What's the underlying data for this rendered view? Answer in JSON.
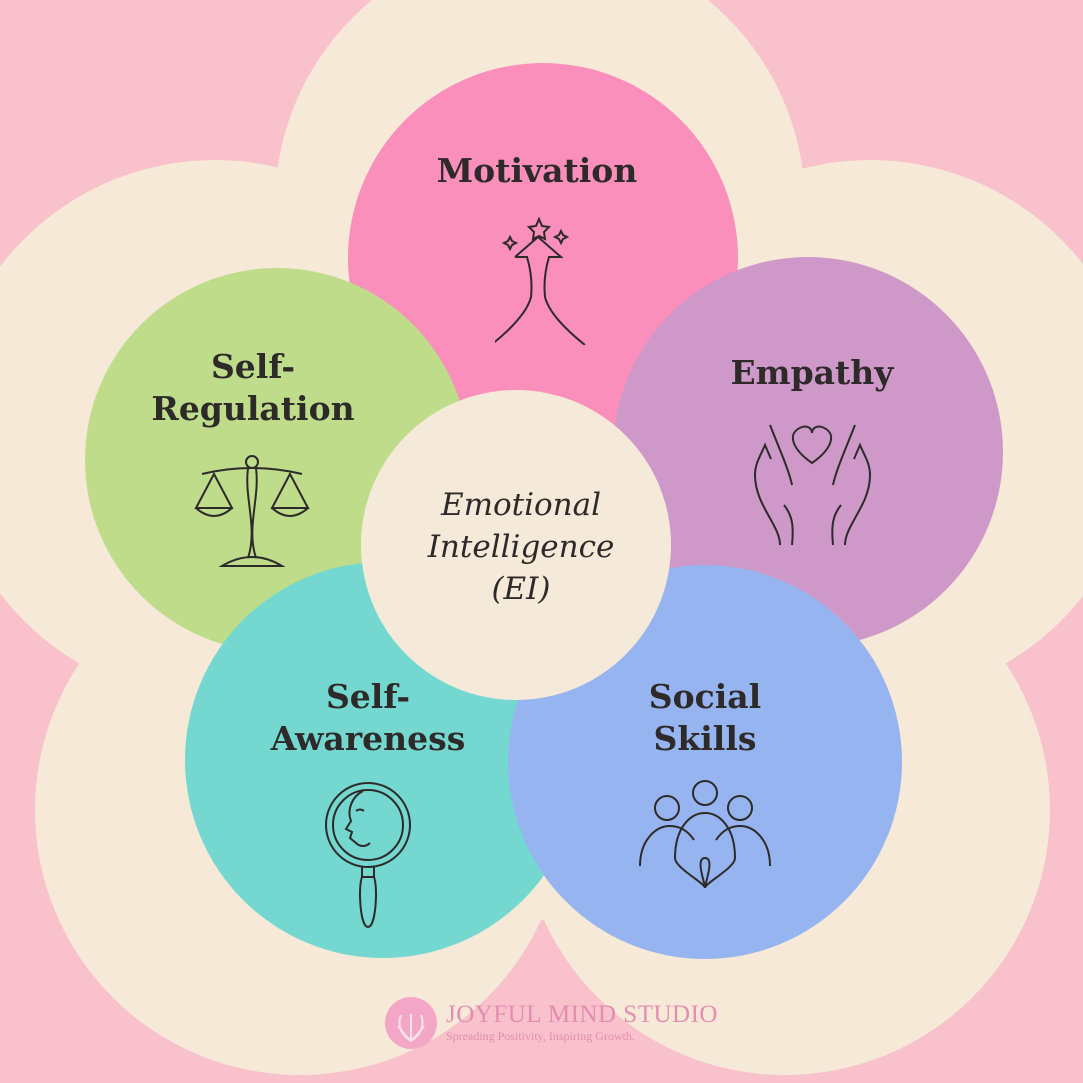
{
  "center": {
    "line1": "Emotional",
    "line2": "Intelligence",
    "line3": "(EI)"
  },
  "components": [
    {
      "label1": "Motivation",
      "label2": "",
      "color": "#F98FBA",
      "icon": "arrow-star-icon"
    },
    {
      "label1": "Empathy",
      "label2": "",
      "color": "#CE98C8",
      "icon": "hands-heart-icon"
    },
    {
      "label1": "Social",
      "label2": "Skills",
      "color": "#96B4EF",
      "icon": "people-icon"
    },
    {
      "label1": "Self-",
      "label2": "Awareness",
      "color": "#74D8D0",
      "icon": "mirror-face-icon"
    },
    {
      "label1": "Self-",
      "label2": "Regulation",
      "color": "#BEDC8A",
      "icon": "scales-icon"
    }
  ],
  "brand": {
    "name": "JOYFUL MIND STUDIO",
    "tagline": "Spreading Positivity, Inspiring Growth."
  },
  "colors": {
    "background": "#F8C1CB",
    "flower": "#F6E9D8",
    "center": "#F5EAD9",
    "text": "#2E2A2A",
    "brand": "#E38DB1"
  }
}
